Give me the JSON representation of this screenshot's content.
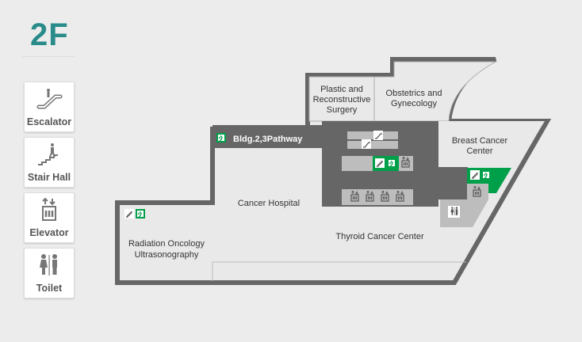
{
  "floor": "2F",
  "legend": [
    {
      "label": "Escalator",
      "icon": "escalator-icon"
    },
    {
      "label": "Stair Hall",
      "icon": "stairs-icon"
    },
    {
      "label": "Elevator",
      "icon": "elevator-icon"
    },
    {
      "label": "Toilet",
      "icon": "toilet-icon"
    }
  ],
  "rooms": {
    "plastic": [
      "Plastic and",
      "Reconstructive",
      "Surgery"
    ],
    "obgyn": [
      "Obstetrics and",
      "Gynecology"
    ],
    "pathway": "Bldg.2,3Pathway",
    "breast": [
      "Breast Cancer",
      "Center"
    ],
    "cancer_hospital": "Cancer Hospital",
    "thyroid": "Thyroid Cancer Center",
    "radiation": [
      "Radiation Oncology",
      "Ultrasonography"
    ]
  },
  "colors": {
    "accent": "#2a8c8a",
    "exit_green": "#00a04a",
    "wall": "#666666",
    "floor": "#e9e9e9",
    "core": "#bdbdbd"
  }
}
